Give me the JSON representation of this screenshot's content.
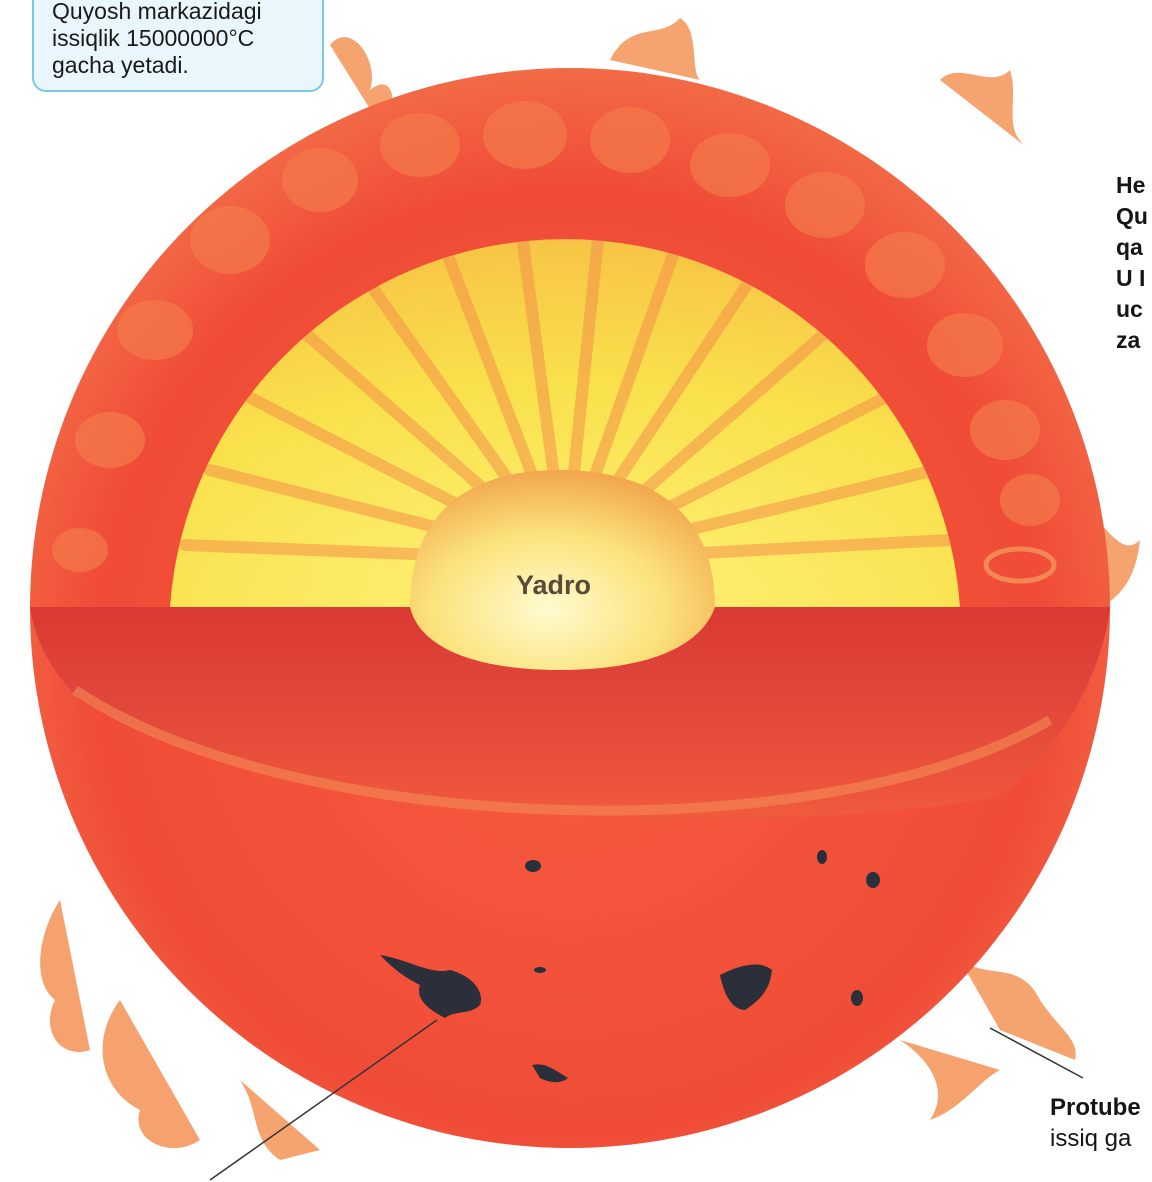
{
  "info_box": {
    "lines": [
      "Quyosh markazidagi",
      "issiqlik 15000000°C",
      "gacha yetadi."
    ]
  },
  "side_text": {
    "lines": [
      "He",
      "Qu",
      "qa",
      "U I",
      "uc",
      "za"
    ]
  },
  "core": {
    "label": "Yadro"
  },
  "prominence": {
    "lines": [
      "Protube",
      "issiq ga"
    ]
  },
  "colors": {
    "surface": "#f0523a",
    "surface_dark": "#d93a33",
    "radiative_zone": "#f7e84a",
    "core": "#fbe27a",
    "flame": "#f07a3c",
    "info_border": "#7dc8ea",
    "info_bg": "#e9f7fc"
  }
}
